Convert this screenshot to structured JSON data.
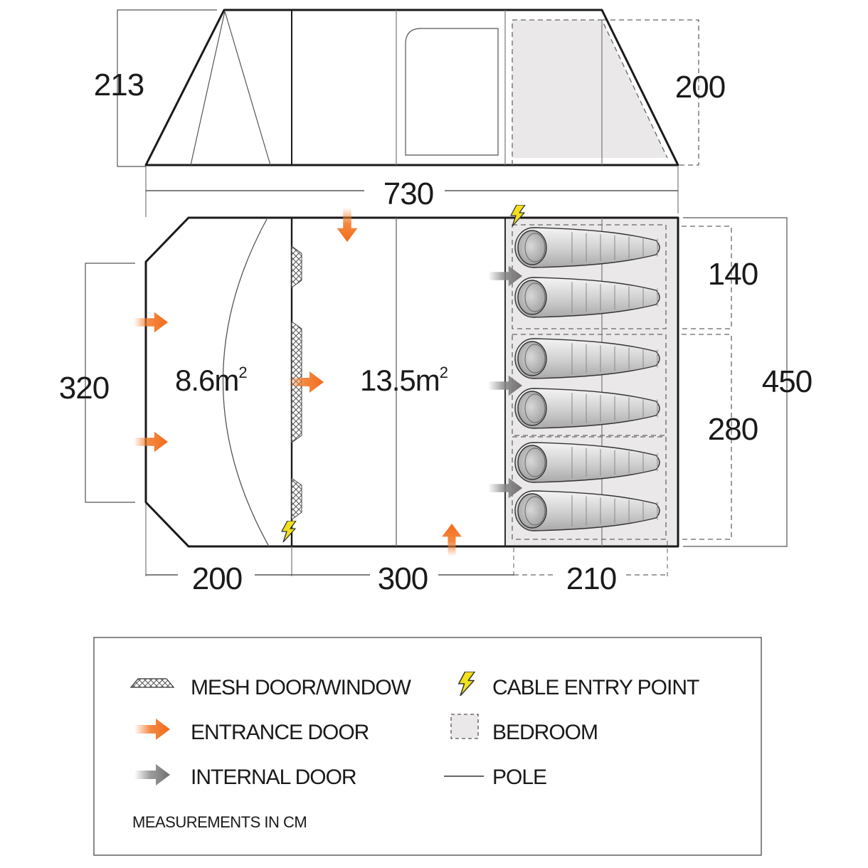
{
  "elevation": {
    "height_left": "213",
    "height_right": "200"
  },
  "plan": {
    "total_length": "730",
    "total_width": "450",
    "porch_width": "320",
    "bedroom_width_1": "140",
    "bedroom_width_2": "280",
    "length_porch": "200",
    "length_living": "300",
    "length_bedroom": "210",
    "area_porch": "8.6m",
    "area_porch_sup": "2",
    "area_living": "13.5m",
    "area_living_sup": "2"
  },
  "legend": {
    "mesh": "MESH DOOR/WINDOW",
    "cable": "CABLE ENTRY POINT",
    "entrance": "ENTRANCE DOOR",
    "bedroom": "BEDROOM",
    "internal": "INTERNAL DOOR",
    "pole": "POLE",
    "note": "MEASUREMENTS IN CM"
  },
  "colors": {
    "entrance_arrow": "#f47b2a",
    "internal_arrow": "#7a7a7a",
    "bedroom_fill": "#ebe8ea",
    "cable_icon": "#f2e01b",
    "outline": "#1a1a1a"
  }
}
